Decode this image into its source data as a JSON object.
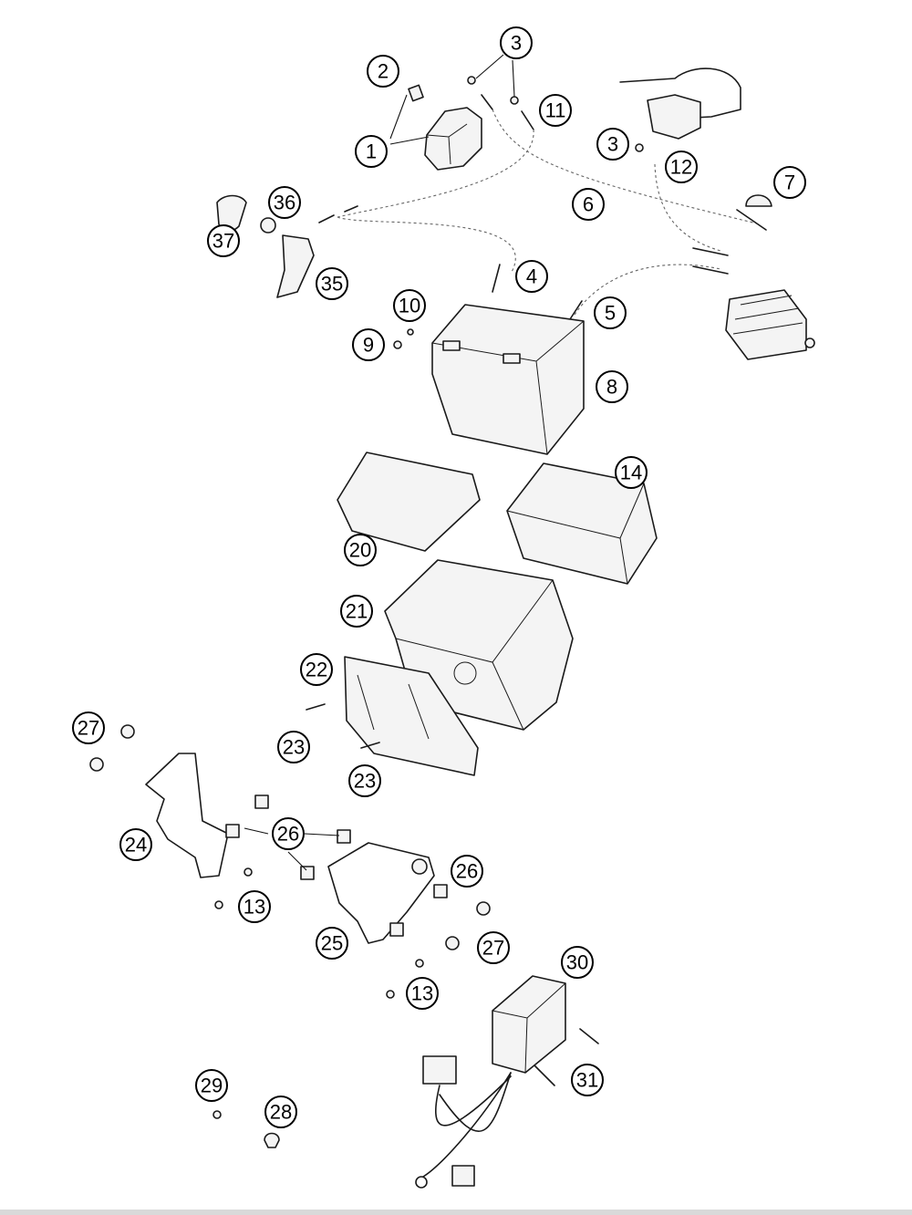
{
  "callouts": [
    {
      "id": "c1",
      "label": "1"
    },
    {
      "id": "c2",
      "label": "2"
    },
    {
      "id": "c3a",
      "label": "3"
    },
    {
      "id": "c3b",
      "label": "3"
    },
    {
      "id": "c4",
      "label": "4"
    },
    {
      "id": "c5",
      "label": "5"
    },
    {
      "id": "c6",
      "label": "6"
    },
    {
      "id": "c7",
      "label": "7"
    },
    {
      "id": "c8",
      "label": "8"
    },
    {
      "id": "c9",
      "label": "9"
    },
    {
      "id": "c10",
      "label": "10"
    },
    {
      "id": "c11",
      "label": "11"
    },
    {
      "id": "c12",
      "label": "12"
    },
    {
      "id": "c13a",
      "label": "13"
    },
    {
      "id": "c13b",
      "label": "13"
    },
    {
      "id": "c14",
      "label": "14"
    },
    {
      "id": "c20",
      "label": "20"
    },
    {
      "id": "c21",
      "label": "21"
    },
    {
      "id": "c22",
      "label": "22"
    },
    {
      "id": "c23a",
      "label": "23"
    },
    {
      "id": "c23b",
      "label": "23"
    },
    {
      "id": "c24",
      "label": "24"
    },
    {
      "id": "c25",
      "label": "25"
    },
    {
      "id": "c26a",
      "label": "26"
    },
    {
      "id": "c26b",
      "label": "26"
    },
    {
      "id": "c27a",
      "label": "27"
    },
    {
      "id": "c27b",
      "label": "27"
    },
    {
      "id": "c28",
      "label": "28"
    },
    {
      "id": "c29",
      "label": "29"
    },
    {
      "id": "c30",
      "label": "30"
    },
    {
      "id": "c31",
      "label": "31"
    },
    {
      "id": "c35",
      "label": "35"
    },
    {
      "id": "c36",
      "label": "36"
    },
    {
      "id": "c37",
      "label": "37"
    }
  ],
  "colors": {
    "line": "#1a1a1a",
    "wire": "#666666",
    "background": "#ffffff"
  }
}
